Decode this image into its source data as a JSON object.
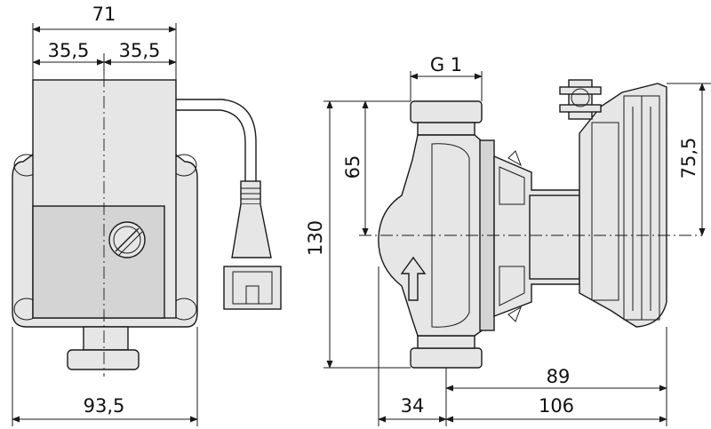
{
  "colors": {
    "line": "#1a1a1a",
    "fill": "#e6e6e6",
    "background": "#ffffff"
  },
  "dimensions": {
    "top_width": "71",
    "half_left": "35,5",
    "half_right": "35,5",
    "bottom_width": "93,5",
    "thread": "G 1",
    "upper_height": "65",
    "total_height": "130",
    "motor_height": "75,5",
    "motor_length": "89",
    "port_offset": "34",
    "overall_length": "106"
  }
}
